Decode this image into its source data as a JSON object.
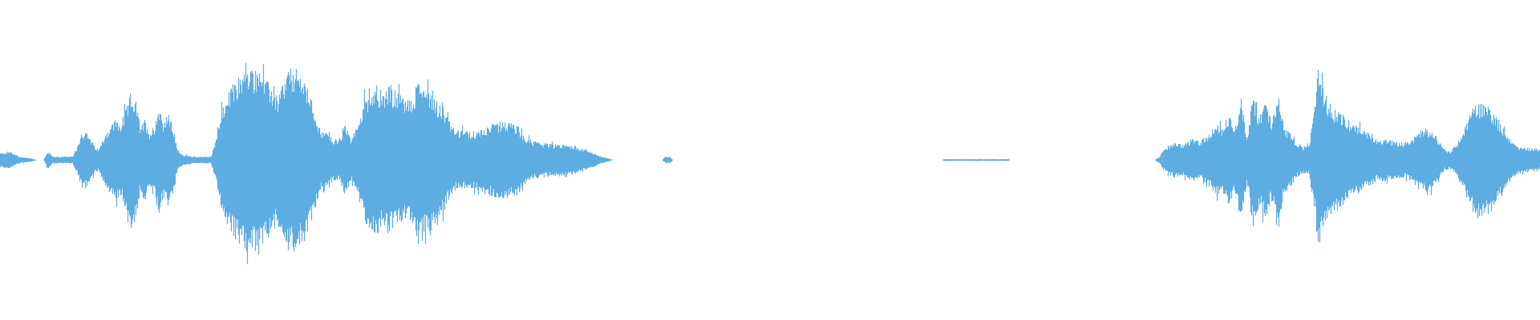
{
  "waveform": {
    "color": "#5dade2",
    "background": "#ffffff",
    "center_fraction": 0.5,
    "envelope": [
      [
        0.0,
        0.04
      ],
      [
        0.006,
        0.05
      ],
      [
        0.012,
        0.02
      ],
      [
        0.02,
        0.01
      ],
      [
        0.024,
        0.0
      ],
      [
        0.028,
        0.0
      ],
      [
        0.031,
        0.05
      ],
      [
        0.034,
        0.02
      ],
      [
        0.04,
        0.02
      ],
      [
        0.047,
        0.02
      ],
      [
        0.05,
        0.08
      ],
      [
        0.053,
        0.17
      ],
      [
        0.057,
        0.15
      ],
      [
        0.061,
        0.08
      ],
      [
        0.064,
        0.06
      ],
      [
        0.068,
        0.15
      ],
      [
        0.071,
        0.19
      ],
      [
        0.075,
        0.24
      ],
      [
        0.078,
        0.2
      ],
      [
        0.082,
        0.3
      ],
      [
        0.085,
        0.4
      ],
      [
        0.088,
        0.34
      ],
      [
        0.091,
        0.18
      ],
      [
        0.094,
        0.24
      ],
      [
        0.097,
        0.16
      ],
      [
        0.1,
        0.2
      ],
      [
        0.103,
        0.32
      ],
      [
        0.106,
        0.22
      ],
      [
        0.109,
        0.27
      ],
      [
        0.112,
        0.2
      ],
      [
        0.115,
        0.06
      ],
      [
        0.119,
        0.03
      ],
      [
        0.125,
        0.02
      ],
      [
        0.132,
        0.02
      ],
      [
        0.137,
        0.02
      ],
      [
        0.14,
        0.13
      ],
      [
        0.144,
        0.29
      ],
      [
        0.148,
        0.38
      ],
      [
        0.152,
        0.45
      ],
      [
        0.156,
        0.49
      ],
      [
        0.16,
        0.53
      ],
      [
        0.164,
        0.52
      ],
      [
        0.168,
        0.55
      ],
      [
        0.172,
        0.46
      ],
      [
        0.176,
        0.43
      ],
      [
        0.18,
        0.36
      ],
      [
        0.184,
        0.46
      ],
      [
        0.188,
        0.53
      ],
      [
        0.192,
        0.52
      ],
      [
        0.196,
        0.5
      ],
      [
        0.2,
        0.4
      ],
      [
        0.204,
        0.3
      ],
      [
        0.208,
        0.17
      ],
      [
        0.212,
        0.16
      ],
      [
        0.216,
        0.12
      ],
      [
        0.22,
        0.12
      ],
      [
        0.224,
        0.2
      ],
      [
        0.228,
        0.12
      ],
      [
        0.232,
        0.2
      ],
      [
        0.236,
        0.34
      ],
      [
        0.24,
        0.4
      ],
      [
        0.244,
        0.44
      ],
      [
        0.248,
        0.39
      ],
      [
        0.252,
        0.42
      ],
      [
        0.256,
        0.4
      ],
      [
        0.26,
        0.38
      ],
      [
        0.264,
        0.35
      ],
      [
        0.268,
        0.36
      ],
      [
        0.272,
        0.48
      ],
      [
        0.276,
        0.43
      ],
      [
        0.28,
        0.4
      ],
      [
        0.284,
        0.34
      ],
      [
        0.288,
        0.3
      ],
      [
        0.292,
        0.22
      ],
      [
        0.296,
        0.17
      ],
      [
        0.3,
        0.17
      ],
      [
        0.306,
        0.16
      ],
      [
        0.312,
        0.18
      ],
      [
        0.318,
        0.2
      ],
      [
        0.324,
        0.22
      ],
      [
        0.33,
        0.22
      ],
      [
        0.336,
        0.2
      ],
      [
        0.34,
        0.14
      ],
      [
        0.346,
        0.11
      ],
      [
        0.352,
        0.1
      ],
      [
        0.36,
        0.09
      ],
      [
        0.368,
        0.09
      ],
      [
        0.374,
        0.08
      ],
      [
        0.38,
        0.06
      ],
      [
        0.386,
        0.04
      ],
      [
        0.39,
        0.02
      ],
      [
        0.395,
        0.01
      ],
      [
        0.398,
        0.0
      ],
      [
        0.43,
        0.0
      ],
      [
        0.432,
        0.02
      ],
      [
        0.435,
        0.02
      ],
      [
        0.437,
        0.0
      ],
      [
        0.612,
        0.0
      ],
      [
        0.613,
        0.005
      ],
      [
        0.655,
        0.005
      ],
      [
        0.656,
        0.0
      ],
      [
        0.75,
        0.0
      ],
      [
        0.753,
        0.02
      ],
      [
        0.757,
        0.07
      ],
      [
        0.762,
        0.1
      ],
      [
        0.768,
        0.09
      ],
      [
        0.774,
        0.12
      ],
      [
        0.78,
        0.11
      ],
      [
        0.786,
        0.16
      ],
      [
        0.79,
        0.21
      ],
      [
        0.794,
        0.18
      ],
      [
        0.798,
        0.27
      ],
      [
        0.802,
        0.19
      ],
      [
        0.806,
        0.36
      ],
      [
        0.81,
        0.14
      ],
      [
        0.814,
        0.38
      ],
      [
        0.818,
        0.25
      ],
      [
        0.822,
        0.36
      ],
      [
        0.826,
        0.21
      ],
      [
        0.83,
        0.42
      ],
      [
        0.834,
        0.19
      ],
      [
        0.838,
        0.16
      ],
      [
        0.842,
        0.1
      ],
      [
        0.846,
        0.08
      ],
      [
        0.85,
        0.08
      ],
      [
        0.854,
        0.3
      ],
      [
        0.856,
        0.52
      ],
      [
        0.859,
        0.42
      ],
      [
        0.862,
        0.35
      ],
      [
        0.866,
        0.3
      ],
      [
        0.87,
        0.29
      ],
      [
        0.874,
        0.24
      ],
      [
        0.878,
        0.22
      ],
      [
        0.882,
        0.2
      ],
      [
        0.886,
        0.17
      ],
      [
        0.89,
        0.15
      ],
      [
        0.894,
        0.12
      ],
      [
        0.9,
        0.12
      ],
      [
        0.906,
        0.11
      ],
      [
        0.912,
        0.1
      ],
      [
        0.918,
        0.13
      ],
      [
        0.922,
        0.17
      ],
      [
        0.926,
        0.18
      ],
      [
        0.93,
        0.17
      ],
      [
        0.934,
        0.12
      ],
      [
        0.938,
        0.06
      ],
      [
        0.942,
        0.05
      ],
      [
        0.946,
        0.09
      ],
      [
        0.95,
        0.15
      ],
      [
        0.954,
        0.25
      ],
      [
        0.958,
        0.32
      ],
      [
        0.962,
        0.33
      ],
      [
        0.966,
        0.32
      ],
      [
        0.97,
        0.28
      ],
      [
        0.974,
        0.22
      ],
      [
        0.978,
        0.16
      ],
      [
        0.982,
        0.11
      ],
      [
        0.986,
        0.08
      ],
      [
        0.99,
        0.07
      ],
      [
        0.995,
        0.07
      ],
      [
        1.0,
        0.06
      ]
    ]
  }
}
